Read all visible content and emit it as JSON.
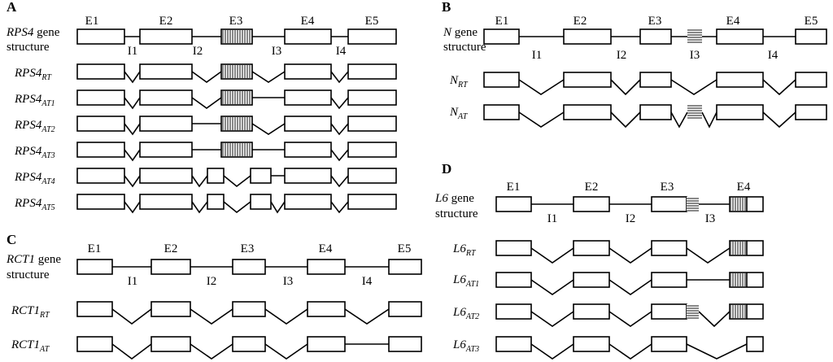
{
  "colors": {
    "line": "#000000",
    "exon_fill": "#ffffff",
    "hatch": "#555555"
  },
  "panels": [
    {
      "letter": "A",
      "gene_name": "RPS4",
      "gene_suffix": " gene",
      "gene_line2": "structure",
      "exon_labels": [
        "E1",
        "E2",
        "E3",
        "E4",
        "E5"
      ],
      "intron_labels": [
        "I1",
        "I2",
        "I3",
        "I4"
      ],
      "hatch_style": "vertical",
      "rows": [
        {
          "base": "RPS4",
          "sub": "RT",
          "features": "full structure: exons E1–E5, E3 hatched; all four introns spliced"
        },
        {
          "base": "RPS4",
          "sub": "AT1",
          "features": "I3 retained"
        },
        {
          "base": "RPS4",
          "sub": "AT2",
          "features": "I2 retained"
        },
        {
          "base": "RPS4",
          "sub": "AT3",
          "features": "I2 and I3 retained"
        },
        {
          "base": "RPS4",
          "sub": "AT4",
          "features": "E3 split, internal segment removed; I3 retained"
        },
        {
          "base": "RPS4",
          "sub": "AT5",
          "features": "E3 split, internal segment removed"
        }
      ]
    },
    {
      "letter": "B",
      "gene_name": "N",
      "gene_suffix": " gene",
      "gene_line2": "structure",
      "exon_labels": [
        "E1",
        "E2",
        "E3",
        "E4",
        "E5"
      ],
      "intron_labels": [
        "I1",
        "I2",
        "I3",
        "I4"
      ],
      "hatch_style": "horizontal",
      "rows": [
        {
          "base": "N",
          "sub": "RT",
          "features": "all introns spliced"
        },
        {
          "base": "N",
          "sub": "AT",
          "features": "hatched segment in I3 included"
        }
      ]
    },
    {
      "letter": "C",
      "gene_name": "RCT1",
      "gene_suffix": " gene",
      "gene_line2": "structure",
      "exon_labels": [
        "E1",
        "E2",
        "E3",
        "E4",
        "E5"
      ],
      "intron_labels": [
        "I1",
        "I2",
        "I3",
        "I4"
      ],
      "hatch_style": "none",
      "rows": [
        {
          "base": "RCT1",
          "sub": "RT",
          "features": "all introns spliced"
        },
        {
          "base": "RCT1",
          "sub": "AT",
          "features": "I4 retained"
        }
      ]
    },
    {
      "letter": "D",
      "gene_name": "L6",
      "gene_suffix": " gene",
      "gene_line2": "structure",
      "exon_labels": [
        "E1",
        "E2",
        "E3",
        "E4"
      ],
      "intron_labels": [
        "I1",
        "I2",
        "I3"
      ],
      "hatch_style": "mixed",
      "rows": [
        {
          "base": "L6",
          "sub": "RT",
          "features": "all introns spliced"
        },
        {
          "base": "L6",
          "sub": "AT1",
          "features": "I3 retained"
        },
        {
          "base": "L6",
          "sub": "AT2",
          "features": "hatched segment at end of E3 included"
        },
        {
          "base": "L6",
          "sub": "AT3",
          "features": "hatched part of E4 removed"
        }
      ]
    }
  ]
}
